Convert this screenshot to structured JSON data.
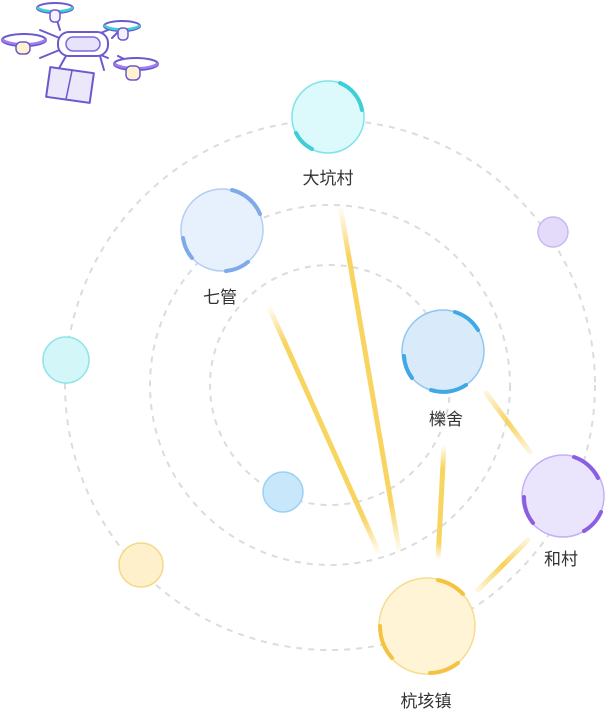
{
  "nodes": {
    "dakengcun": {
      "label": "大坑村",
      "fill": "#dcfafb",
      "stroke": "#7ee3ea",
      "accent": "#3ccfd8"
    },
    "qiguan": {
      "label": "七管",
      "fill": "#e7f0fd",
      "stroke": "#b4cdf4",
      "accent": "#7faaea"
    },
    "lishe": {
      "label": "櫟舍",
      "fill": "#d9ebfa",
      "stroke": "#90c6ef",
      "accent": "#41a8e6"
    },
    "hecun": {
      "label": "和村",
      "fill": "#ebe4fd",
      "stroke": "#c3b1f5",
      "accent": "#8a5fe0"
    },
    "hanggaizhen": {
      "label": "杭垓镇",
      "fill": "#fff4d6",
      "stroke": "#f7dd8f",
      "accent": "#f5c242"
    }
  },
  "decorations": {
    "dot_colors": [
      "#e4dafa",
      "#d3f6f8",
      "#c9e7fb",
      "#fff0cc"
    ]
  },
  "colors": {
    "orbit": "#dcdcdc",
    "link": "#f7cf4f"
  }
}
